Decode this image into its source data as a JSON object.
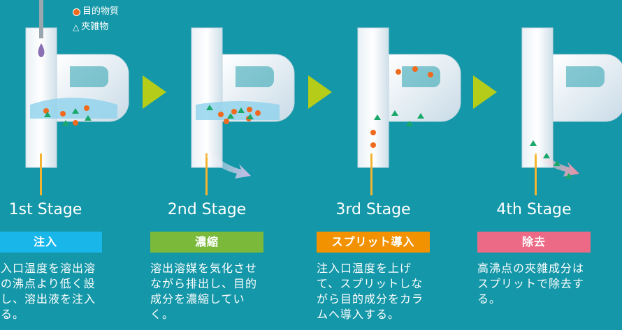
{
  "legend": {
    "target": "目的物質",
    "impurity": "夾雑物",
    "target_color": "#f06a1d",
    "impurity_color": "#1aa86a"
  },
  "stages": [
    {
      "title": "1st Stage",
      "badge": "注入",
      "badge_color": "#19b6e9",
      "desc": "注入口温度を溶出溶媒の沸点より低く設定し、溶出液を注入する。"
    },
    {
      "title": "2nd Stage",
      "badge": "濃縮",
      "badge_color": "#7ab93a",
      "desc": "溶出溶媒を気化させながら排出し、目的成分を濃縮していく。"
    },
    {
      "title": "3rd Stage",
      "badge": "スプリット導入",
      "badge_color": "#f39200",
      "desc": "注入口温度を上げて、スプリットしながら目的成分をカラムへ導入する。"
    },
    {
      "title": "4th Stage",
      "badge": "除去",
      "badge_color": "#ec6a85",
      "desc": "高沸点の夾雑成分はスプリットで除去する。"
    }
  ],
  "colors": {
    "background": "#1497a8",
    "chevron": "#b5cc18",
    "column": "#f3b531"
  }
}
